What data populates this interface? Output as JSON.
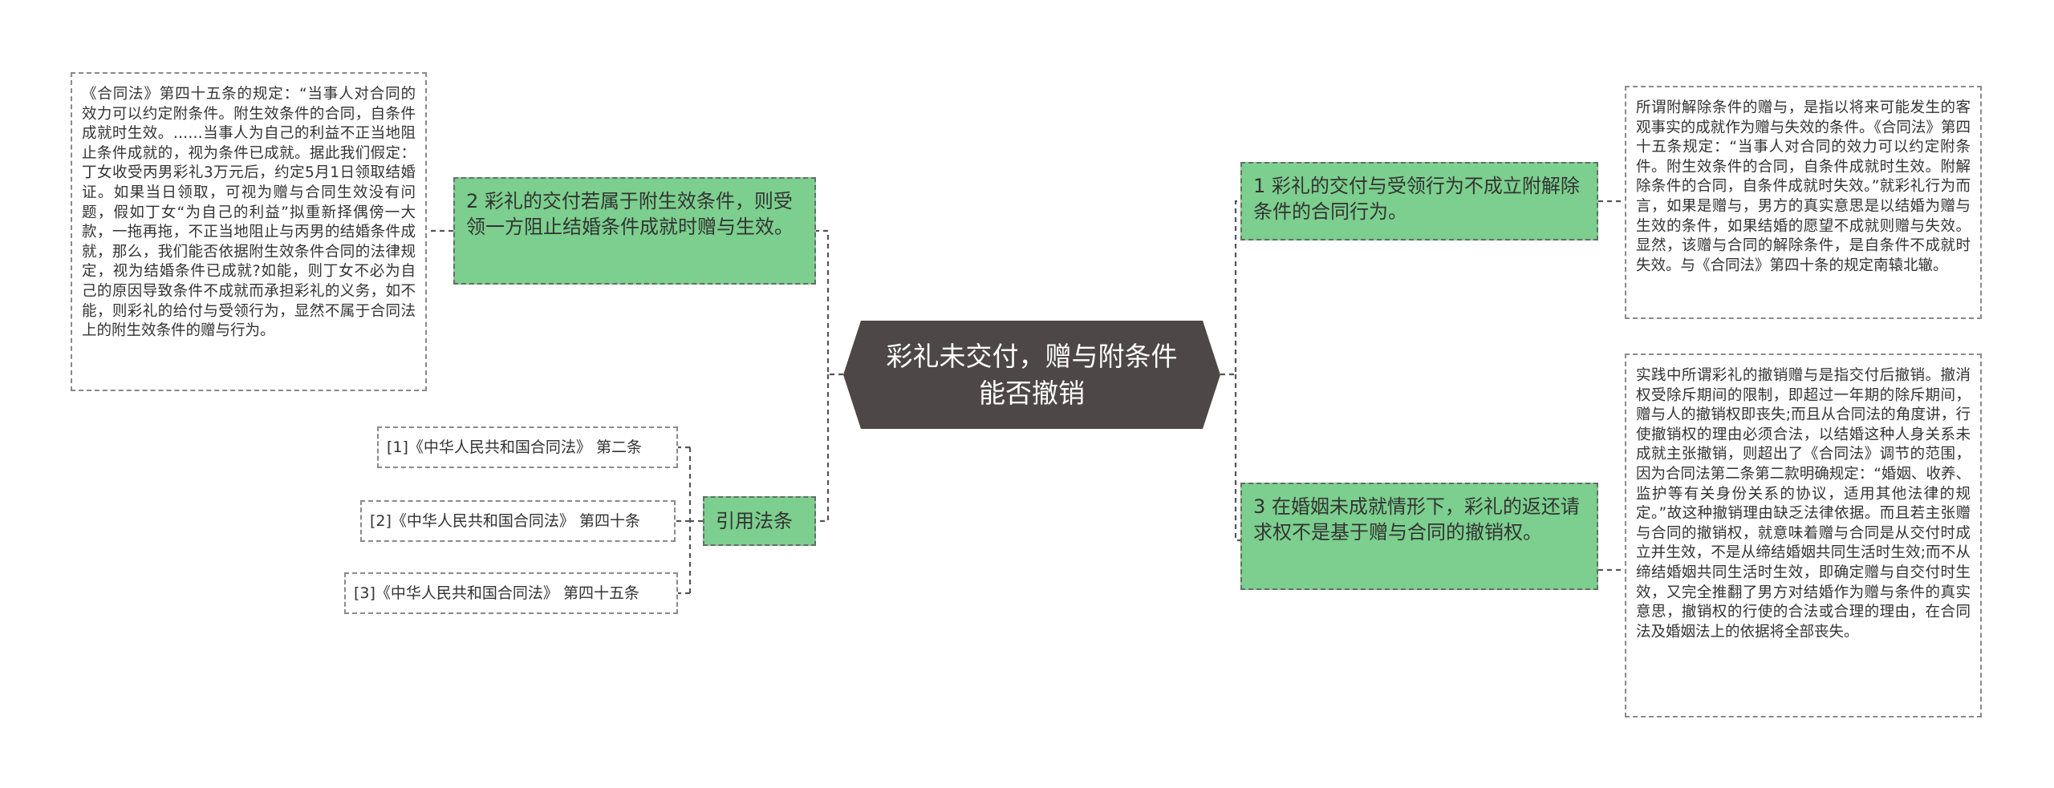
{
  "center": {
    "title": "彩礼未交付，赠与附条件能否撤销"
  },
  "topics": [
    {
      "id": "t2",
      "label": "2 彩礼的交付若属于附生效条件，则受领一方阻止结婚条件成就时赠与生效。"
    },
    {
      "id": "t4",
      "label": "引用法条"
    },
    {
      "id": "t1",
      "label": "1 彩礼的交付与受领行为不成立附解除条件的合同行为。"
    },
    {
      "id": "t3",
      "label": "3 在婚姻未成就情形下，彩礼的返还请求权不是基于赠与合同的撤销权。"
    }
  ],
  "notes": {
    "t2": "《合同法》第四十五条的规定：“当事人对合同的效力可以约定附条件。附生效条件的合同，自条件成就时生效。……当事人为自己的利益不正当地阻止条件成就的，视为条件已成就。据此我们假定：丁女收受丙男彩礼3万元后，约定5月1日领取结婚证。如果当日领取，可视为赠与合同生效没有问题，假如丁女“为自己的利益”拟重新择偶傍一大款，一拖再拖，不正当地阻止与丙男的结婚条件成就，那么，我们能否依据附生效条件合同的法律规定，视为结婚条件已成就?如能，则丁女不必为自己的原因导致条件不成就而承担彩礼的义务，如不能，则彩礼的给付与受领行为，显然不属于合同法上的附生效条件的赠与行为。",
    "t1": "所谓附解除条件的赠与，是指以将来可能发生的客观事实的成就作为赠与失效的条件。《合同法》第四十五条规定：“当事人对合同的效力可以约定附条件。附生效条件的合同，自条件成就时生效。附解除条件的合同，自条件成就时失效。”就彩礼行为而言，如果是赠与，男方的真实意思是以结婚为赠与生效的条件，如果结婚的愿望不成就则赠与失效。显然，该赠与合同的解除条件，是自条件不成就时失效。与《合同法》第四十条的规定南辕北辙。",
    "t3": "实践中所谓彩礼的撤销赠与是指交付后撤销。撤消权受除斥期间的限制，即超过一年期的除斥期间，赠与人的撤销权即丧失;而且从合同法的角度讲，行使撤销权的理由必须合法，以结婚这种人身关系未成就主张撤销，则超出了《合同法》调节的范围，因为合同法第二条第二款明确规定：“婚姻、收养、监护等有关身份关系的协议，适用其他法律的规定。”故这种撤销理由缺乏法律依据。而且若主张赠与合同的撤销权，就意味着赠与合同是从交付时成立并生效，不是从缔结婚姻共同生活时生效;而不从缔结婚姻共同生活时生效，即确定赠与自交付时生效，又完全推翻了男方对结婚作为赠与条件的真实意思，撤销权的行使的合法或合理的理由，在合同法及婚姻法上的依据将全部丧失。"
  },
  "refs": [
    "[1]《中华人民共和国合同法》 第二条",
    "[2]《中华人民共和国合同法》 第四十条",
    "[3]《中华人民共和国合同法》 第四十五条"
  ]
}
